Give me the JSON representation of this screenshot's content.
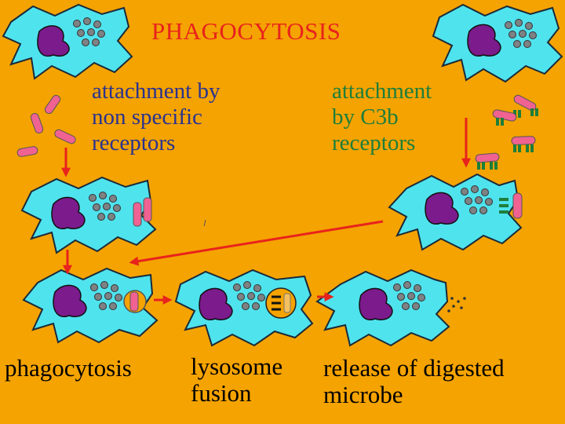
{
  "title": "PHAGOCYTOSIS",
  "labels": {
    "nonspecific": [
      "attachment  by",
      "non  specific",
      "receptors"
    ],
    "c3b": [
      "attachment",
      "by  C3b",
      "receptors"
    ],
    "phagocytosis": "phagocytosis",
    "lysosome": [
      "lysosome",
      "fusion"
    ],
    "release": [
      "release  of  digested",
      "microbe"
    ]
  },
  "colors": {
    "background": "#F5A300",
    "cell": "#4FE3EE",
    "nucleus": "#7B1B8C",
    "granule": "#7E8284",
    "microbe": "#F06292",
    "arrow": "#E8231C",
    "title": "#E8231C",
    "nonspecific_text": "#2A3290",
    "c3b_text": "#1E7E3A",
    "c3b_receptor": "#1E7E3A"
  }
}
